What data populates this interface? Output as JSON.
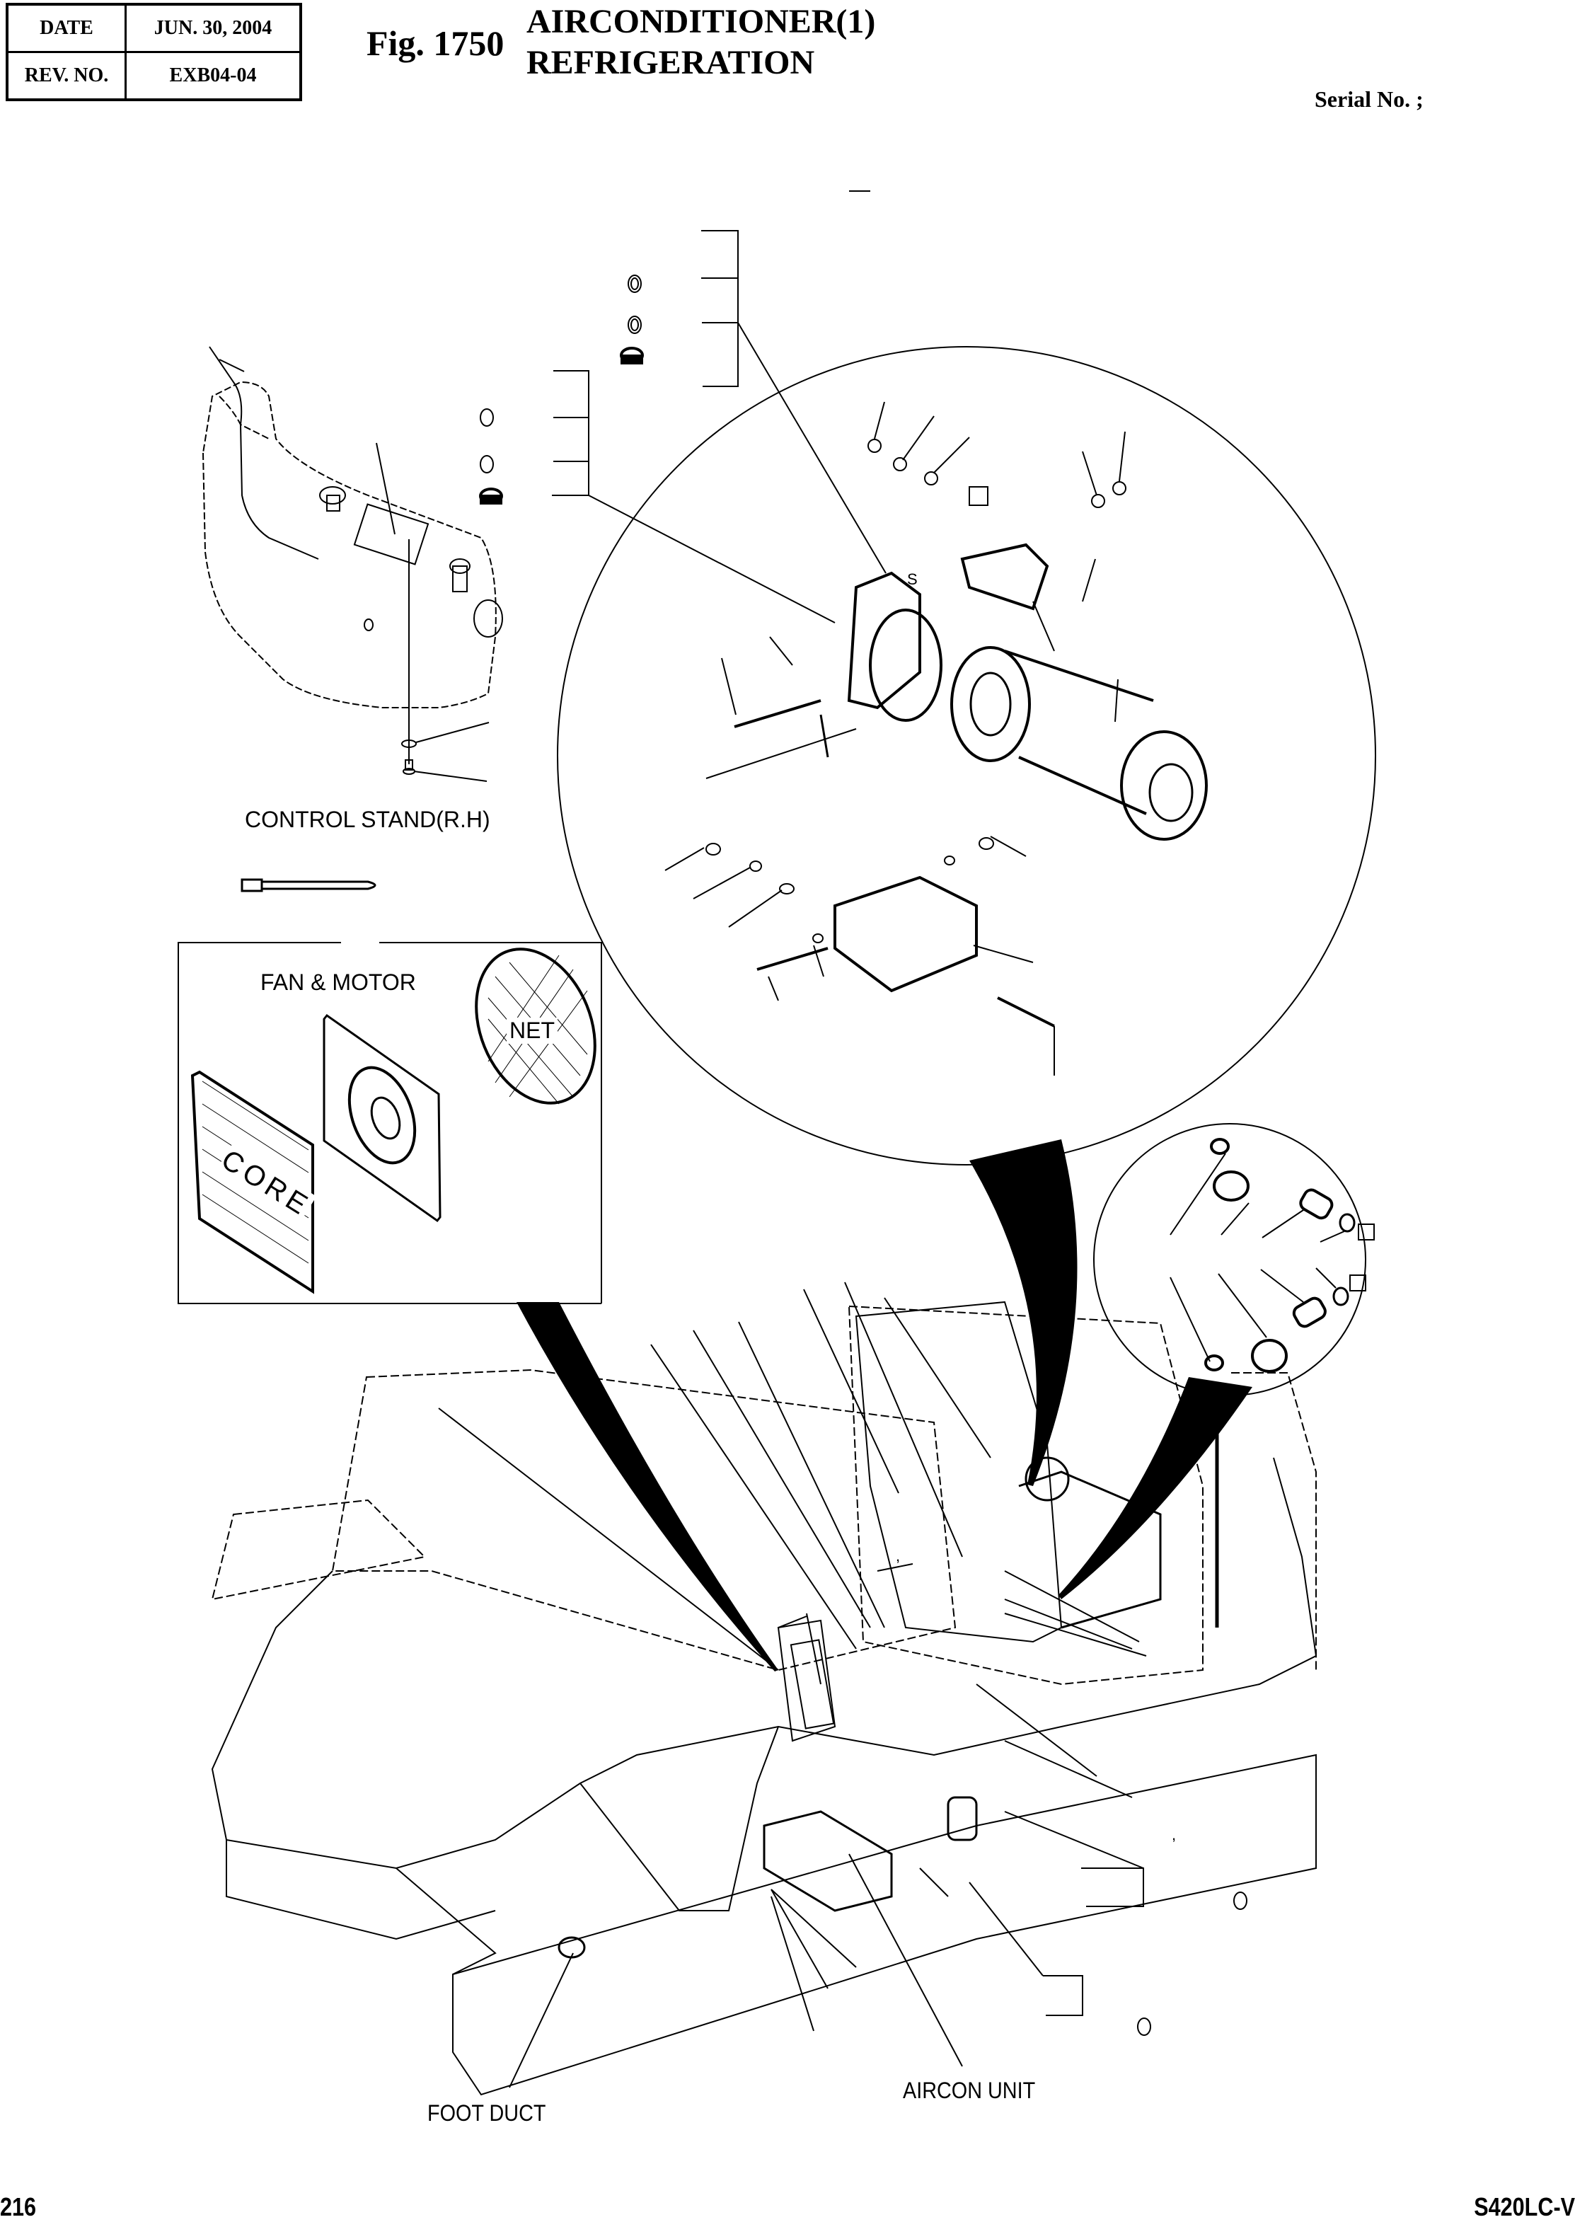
{
  "header": {
    "date_label": "DATE",
    "date_value": "JUN. 30, 2004",
    "rev_label": "REV. NO.",
    "rev_value": "EXB04-04",
    "figure_number": "Fig. 1750",
    "title_line1": "AIRCONDITIONER(1)",
    "title_line2": "REFRIGERATION",
    "serial_label": "Serial No. ;"
  },
  "labels": {
    "control_stand": "CONTROL STAND(R.H)",
    "fan_motor": "FAN & MOTOR",
    "net": "NET",
    "core": "CORE",
    "foot_duct": "FOOT DUCT",
    "aircon_unit": "AIRCON UNIT",
    "compressor_mark_s": "S",
    "comma_mark_1": ",",
    "comma_mark_2": ","
  },
  "footer": {
    "page_number": "216",
    "model": "S420LC-V"
  }
}
